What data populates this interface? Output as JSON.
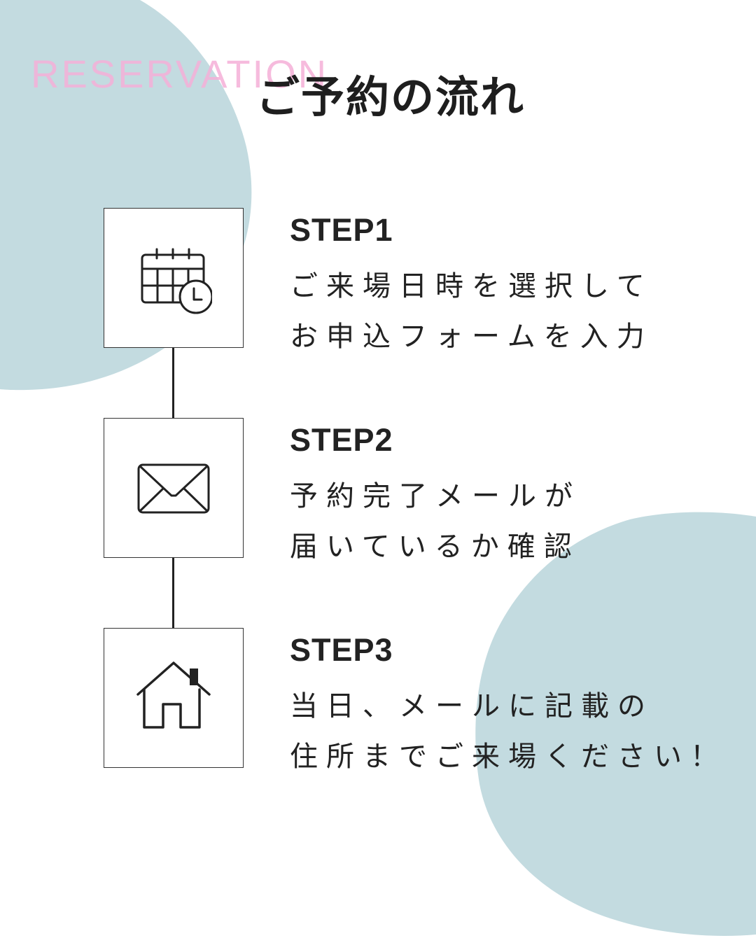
{
  "header": {
    "eyebrow": "RESERVATION",
    "title": "ご予約の流れ"
  },
  "colors": {
    "blob": "#c3dbe0",
    "eyebrow": "#f5afd7",
    "text": "#222222",
    "background": "#ffffff"
  },
  "steps": [
    {
      "label": "STEP1",
      "icon": "calendar-clock-icon",
      "lines": [
        "ご来場日時を選択して",
        "お申込フォームを入力"
      ]
    },
    {
      "label": "STEP2",
      "icon": "envelope-icon",
      "lines": [
        "予約完了メールが",
        "届いているか確認"
      ]
    },
    {
      "label": "STEP3",
      "icon": "house-icon",
      "lines": [
        "当日、メールに記載の",
        "住所までご来場ください！"
      ]
    }
  ]
}
